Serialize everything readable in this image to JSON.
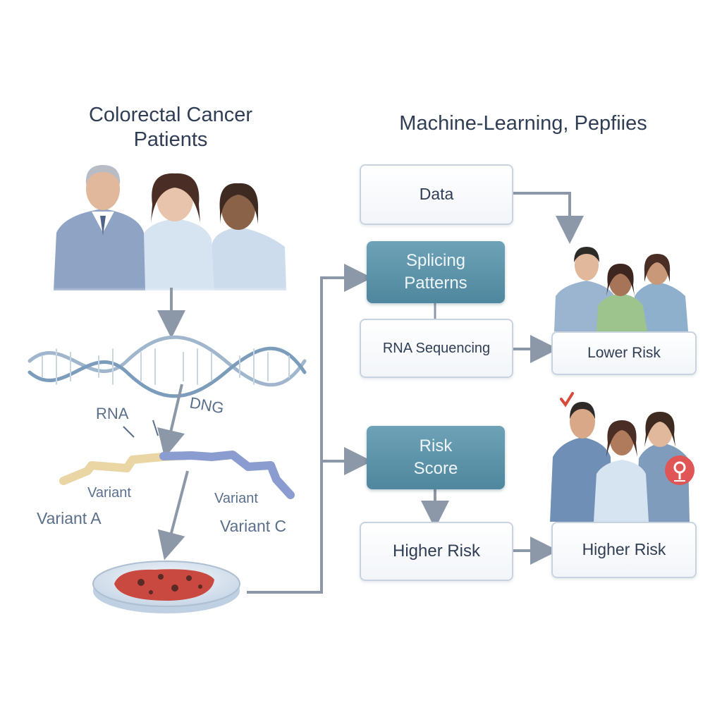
{
  "titles": {
    "left": "Colorectal Cancer Patients",
    "right": "Machine-Learning, Pepfiies"
  },
  "molecule_labels": {
    "rna": "RNA",
    "dna": "DNG",
    "variant": "Variant",
    "variant_a": "Variant A",
    "variant_right": "Variant",
    "variant_c": "Variant C"
  },
  "boxes": {
    "data": "Data",
    "splicing": "Splicing Patterns",
    "rna_seq": "RNA Sequencing",
    "risk_score": "Risk Score",
    "higher_risk_left": "Higher Risk",
    "lower_risk": "Lower Risk",
    "higher_risk_right": "Higher Risk"
  },
  "colors": {
    "title_text": "#2f3e55",
    "teal_box": "#5b93a8",
    "arrow": "#8c98a8",
    "shirt_blue": "#8fa8c8",
    "alert_red": "#e05555"
  }
}
